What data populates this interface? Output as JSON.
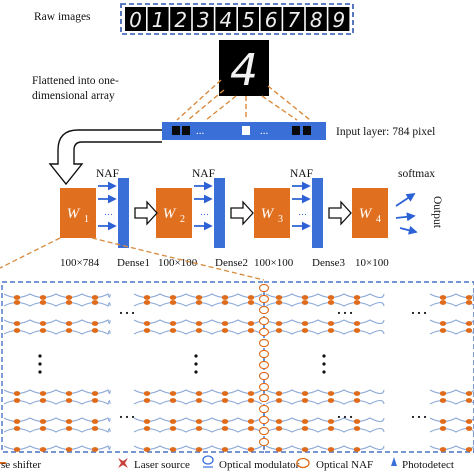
{
  "raw_images": {
    "label": "Raw images",
    "digits": [
      "0",
      "1",
      "2",
      "3",
      "4",
      "5",
      "6",
      "7",
      "8",
      "9"
    ]
  },
  "sample_digit": "4",
  "flatten_label": [
    "Flattened into one-",
    "dimensional array"
  ],
  "input_layer": {
    "ellipsis": "...",
    "label": "Input layer: 784 pixel"
  },
  "naf_labels": [
    "NAF",
    "NAF",
    "NAF"
  ],
  "softmax_label": "softmax",
  "output_label": "Output",
  "weights": [
    {
      "sym": "W",
      "sub": "1"
    },
    {
      "sym": "W",
      "sub": "2"
    },
    {
      "sym": "W",
      "sub": "3"
    },
    {
      "sym": "W",
      "sub": "4"
    }
  ],
  "dim_labels": [
    "100×784",
    "100×100",
    "100×100",
    "10×100"
  ],
  "dense_labels": [
    "Dense1",
    "Dense2",
    "Dense3"
  ],
  "mesh_ellipsis": "…",
  "legend": [
    {
      "icon": "phase-shifter-icon",
      "label": "Phase shifter",
      "shown": "se shifter"
    },
    {
      "icon": "laser-source-icon",
      "label": "Laser source"
    },
    {
      "icon": "optical-modulator-icon",
      "label": "Optical modulator"
    },
    {
      "icon": "optical-naf-icon",
      "label": "Optical NAF"
    },
    {
      "icon": "photodetector-icon",
      "label": "Photodetector",
      "shown": "Photodetect"
    }
  ],
  "colors": {
    "weight_box": "#e0701f",
    "dense_bar": "#3b6fd8",
    "arrow_blue": "#2d62d6",
    "dashed_blue": "#4a72c4",
    "dashed_orange": "#d98a3c",
    "mesh_line": "#8aa8d8",
    "phase_dot": "#e06b1a"
  }
}
